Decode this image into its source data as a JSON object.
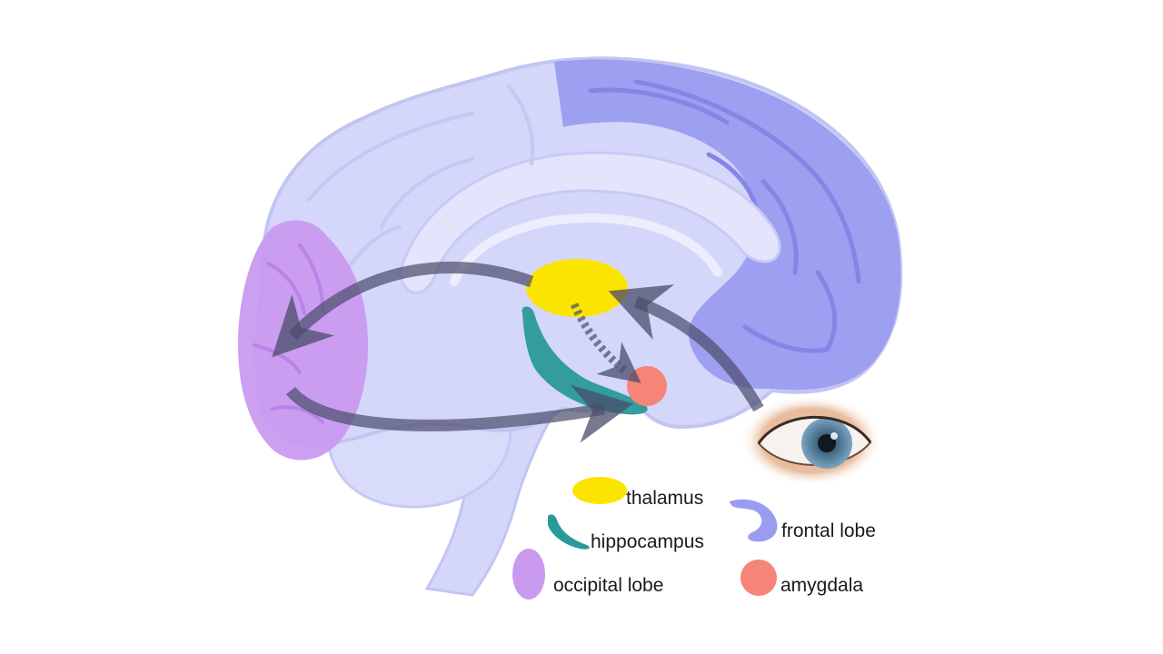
{
  "colors": {
    "brain_base": "#d4d6fa",
    "brain_outline": "#c2c5f2",
    "frontal_lobe": "#9a9cf0",
    "occipital_lobe": "#c99af0",
    "thalamus": "#fbe400",
    "hippocampus": "#2a9a98",
    "amygdala": "#f58577",
    "arrow": "#4a4c6a",
    "iris": "#5f8fb0",
    "eye_shadow": "#d9a07a"
  },
  "legend": {
    "thalamus": "thalamus",
    "hippocampus": "hippocampus",
    "frontal_lobe": "frontal lobe",
    "occipital_lobe": "occipital lobe",
    "amygdala": "amygdala"
  }
}
